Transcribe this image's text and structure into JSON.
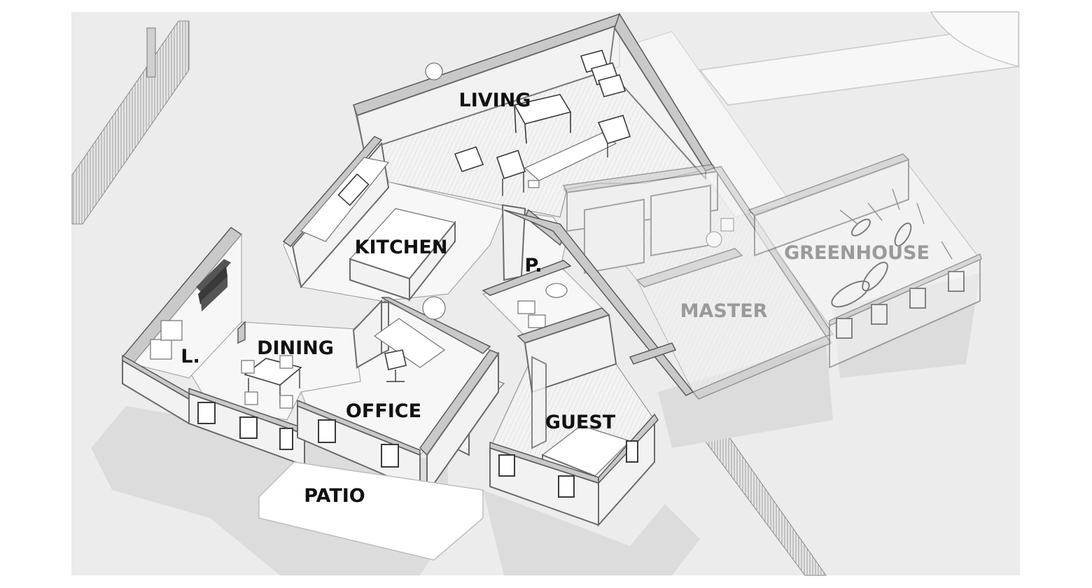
{
  "diagram": {
    "rooms": [
      {
        "id": "living",
        "label": "LIVING",
        "faded": false
      },
      {
        "id": "kitchen",
        "label": "KITCHEN",
        "faded": false
      },
      {
        "id": "pantry",
        "label": "P.",
        "faded": false
      },
      {
        "id": "dining",
        "label": "DINING",
        "faded": false
      },
      {
        "id": "laundry",
        "label": "L.",
        "faded": false
      },
      {
        "id": "office",
        "label": "OFFICE",
        "faded": false
      },
      {
        "id": "guest",
        "label": "GUEST",
        "faded": false
      },
      {
        "id": "master",
        "label": "MASTER",
        "faded": true
      },
      {
        "id": "greenhouse",
        "label": "GREENHOUSE",
        "faded": true
      },
      {
        "id": "patio",
        "label": "PATIO",
        "faded": false
      }
    ],
    "colors": {
      "background": "#ffffff",
      "ground": "#ececec",
      "wall_top": "#c9c9c9",
      "label": "#111111",
      "label_faded": "#9a9a9a"
    }
  }
}
